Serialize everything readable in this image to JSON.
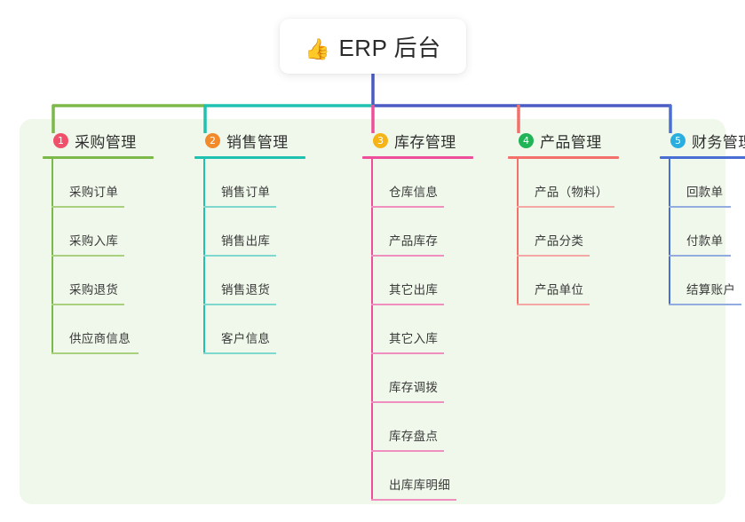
{
  "diagram": {
    "type": "mind-map",
    "root": {
      "icon": "thumbs-up-icon",
      "icon_glyph": "👍",
      "label": "ERP 后台"
    },
    "panel_color": "#eff8ea",
    "root_stem_color": "#4a5bc4",
    "branches": [
      {
        "number": "1",
        "title": "采购管理",
        "badge_color": "#f0506a",
        "line_color": "#7cb84a",
        "child_line_color": "#a8d07e",
        "children": [
          {
            "label": "采购订单",
            "rule_width": 82
          },
          {
            "label": "采购入库",
            "rule_width": 82
          },
          {
            "label": "采购退货",
            "rule_width": 82
          },
          {
            "label": "供应商信息",
            "rule_width": 98
          }
        ]
      },
      {
        "number": "2",
        "title": "销售管理",
        "badge_color": "#f2892a",
        "line_color": "#1fc2b0",
        "child_line_color": "#7fd8cd",
        "children": [
          {
            "label": "销售订单",
            "rule_width": 82
          },
          {
            "label": "销售出库",
            "rule_width": 82
          },
          {
            "label": "销售退货",
            "rule_width": 82
          },
          {
            "label": "客户信息",
            "rule_width": 82
          }
        ]
      },
      {
        "number": "3",
        "title": "库存管理",
        "badge_color": "#f5b516",
        "line_color": "#ef4e9b",
        "child_line_color": "#f08ec0",
        "children": [
          {
            "label": "仓库信息",
            "rule_width": 82
          },
          {
            "label": "产品库存",
            "rule_width": 82
          },
          {
            "label": "其它出库",
            "rule_width": 82
          },
          {
            "label": "其它入库",
            "rule_width": 82
          },
          {
            "label": "库存调拨",
            "rule_width": 82
          },
          {
            "label": "库存盘点",
            "rule_width": 82
          },
          {
            "label": "出库库明细",
            "rule_width": 96
          }
        ]
      },
      {
        "number": "4",
        "title": "产品管理",
        "badge_color": "#21b456",
        "line_color": "#f4706b",
        "child_line_color": "#f5a8a3",
        "children": [
          {
            "label": "产品（物料）",
            "rule_width": 110
          },
          {
            "label": "产品分类",
            "rule_width": 82
          },
          {
            "label": "产品单位",
            "rule_width": 82
          }
        ]
      },
      {
        "number": "5",
        "title": "财务管理",
        "badge_color": "#2aaee0",
        "line_color": "#4a6fd4",
        "child_line_color": "#93acdf",
        "children": [
          {
            "label": "回款单",
            "rule_width": 70
          },
          {
            "label": "付款单",
            "rule_width": 70
          },
          {
            "label": "结算账户",
            "rule_width": 82
          }
        ]
      }
    ]
  }
}
